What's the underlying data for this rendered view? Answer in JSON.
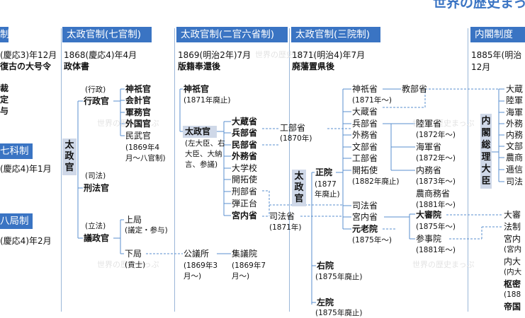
{
  "site_title": "世界の歴史まっぷ",
  "watermark": "世界の歴史まっぷ",
  "colors": {
    "header_bg": "#3a74c3",
    "header_text": "#ffffff",
    "accent_box": "#cfd8e8",
    "line": "#5a8fcf"
  },
  "col0": {
    "header": "制",
    "date": "(慶応3)年12月",
    "title": "復古の大号令",
    "items": [
      "裁",
      "定",
      "与"
    ],
    "sub1_header": "七科制",
    "sub1_date": "(慶応4)年1月",
    "sub2_header": "八局制",
    "sub2_date": "(慶応4)年2月"
  },
  "col1": {
    "header": "太政官制(七官制)",
    "date": "1868(慶応4)年4月",
    "title": "政体書",
    "daijokan": "太政官",
    "exec_label": "(行政)",
    "exec": "行政官",
    "exec_items": [
      "神祇官",
      "会計官",
      "軍務官",
      "外国官",
      "民武官"
    ],
    "exec_note": "(1869年4月〜八官制)",
    "judicial_label": "(司法)",
    "judicial": "刑法官",
    "legis_label": "(立法)",
    "legis": "議政官",
    "upper": "上局",
    "upper_note": "(議定・参与)",
    "lower": "下局",
    "lower_note": "(貢士)"
  },
  "col2": {
    "header": "太政官制(二官六省制)",
    "date": "1869(明治2年)7月",
    "title": "版籍奉還後",
    "jingikan": "神祇官",
    "jingikan_note": "(1871年廃止)",
    "daijokan": "太政官",
    "daijokan_note": "(左大臣、右大臣、大納言、参議)",
    "ministries": [
      "大蔵省",
      "兵部省",
      "民部省",
      "外務省",
      "大学校",
      "開拓使",
      "刑部省",
      "弾正台",
      "宮内省"
    ],
    "kogisho": "公議所",
    "kogisho_note": "(1869年3月〜)",
    "shugiin": "集議院",
    "shugiin_note": "(1869年7月〜)"
  },
  "col3": {
    "header": "太政官制(三院制)",
    "date": "1871(明治4)年7月",
    "title": "廃藩置県後",
    "kobusho": "工部省",
    "kobusho_note": "(1870年)",
    "shihosho": "司法省",
    "shihosho_note": "(1871年)",
    "daijokan": "太政官",
    "seiin": "正院",
    "seiin_note": "(1877年廃止)",
    "uin": "右院",
    "uin_note": "(1875年廃止)",
    "sain": "左院",
    "sain_note": "(1875年廃止)",
    "jingisho": "神祇省",
    "jingisho_note": "(1871年〜)",
    "kyobusho": "教部省",
    "ministries": [
      "大蔵省",
      "兵部省",
      "外務省",
      "文部省",
      "工部省",
      "開拓使"
    ],
    "kaitakushi_note": "(1882年廃止)",
    "rikugun": "陸軍省",
    "rikugun_note": "(1872年〜)",
    "kaigun": "海軍省",
    "kaigun_note": "(1872年〜)",
    "naimu": "内務省",
    "naimu_note": "(1873年〜)",
    "noshomu": "農商務省",
    "noshomu_note": "(1881年〜)",
    "shihosho2": "司法省",
    "kunaisho": "宮内省",
    "genroin": "元老院",
    "genroin_note": "(1875年〜)",
    "daishinin": "大審院",
    "daishinin_note": "(1875年〜)",
    "sanjiin": "参事院",
    "sanjiin_note": "(1881年〜)"
  },
  "col4": {
    "header": "内閣制度",
    "date": "1885年(明治",
    "date2": "12月",
    "cabinet": "内閣総理大臣",
    "ministries": [
      "大蔵",
      "陸軍",
      "海軍",
      "外務",
      "内務",
      "文部",
      "農商",
      "逓信",
      "司法"
    ],
    "daishinin": "大審",
    "hosei": "法制",
    "kunai": "宮内",
    "kunai_note": "(宮内",
    "naidaijin": "内大",
    "naidaijin_note": "(内大",
    "sumitsu": "枢密",
    "sumitsu_note": "(188",
    "teikoku": "帝国"
  }
}
